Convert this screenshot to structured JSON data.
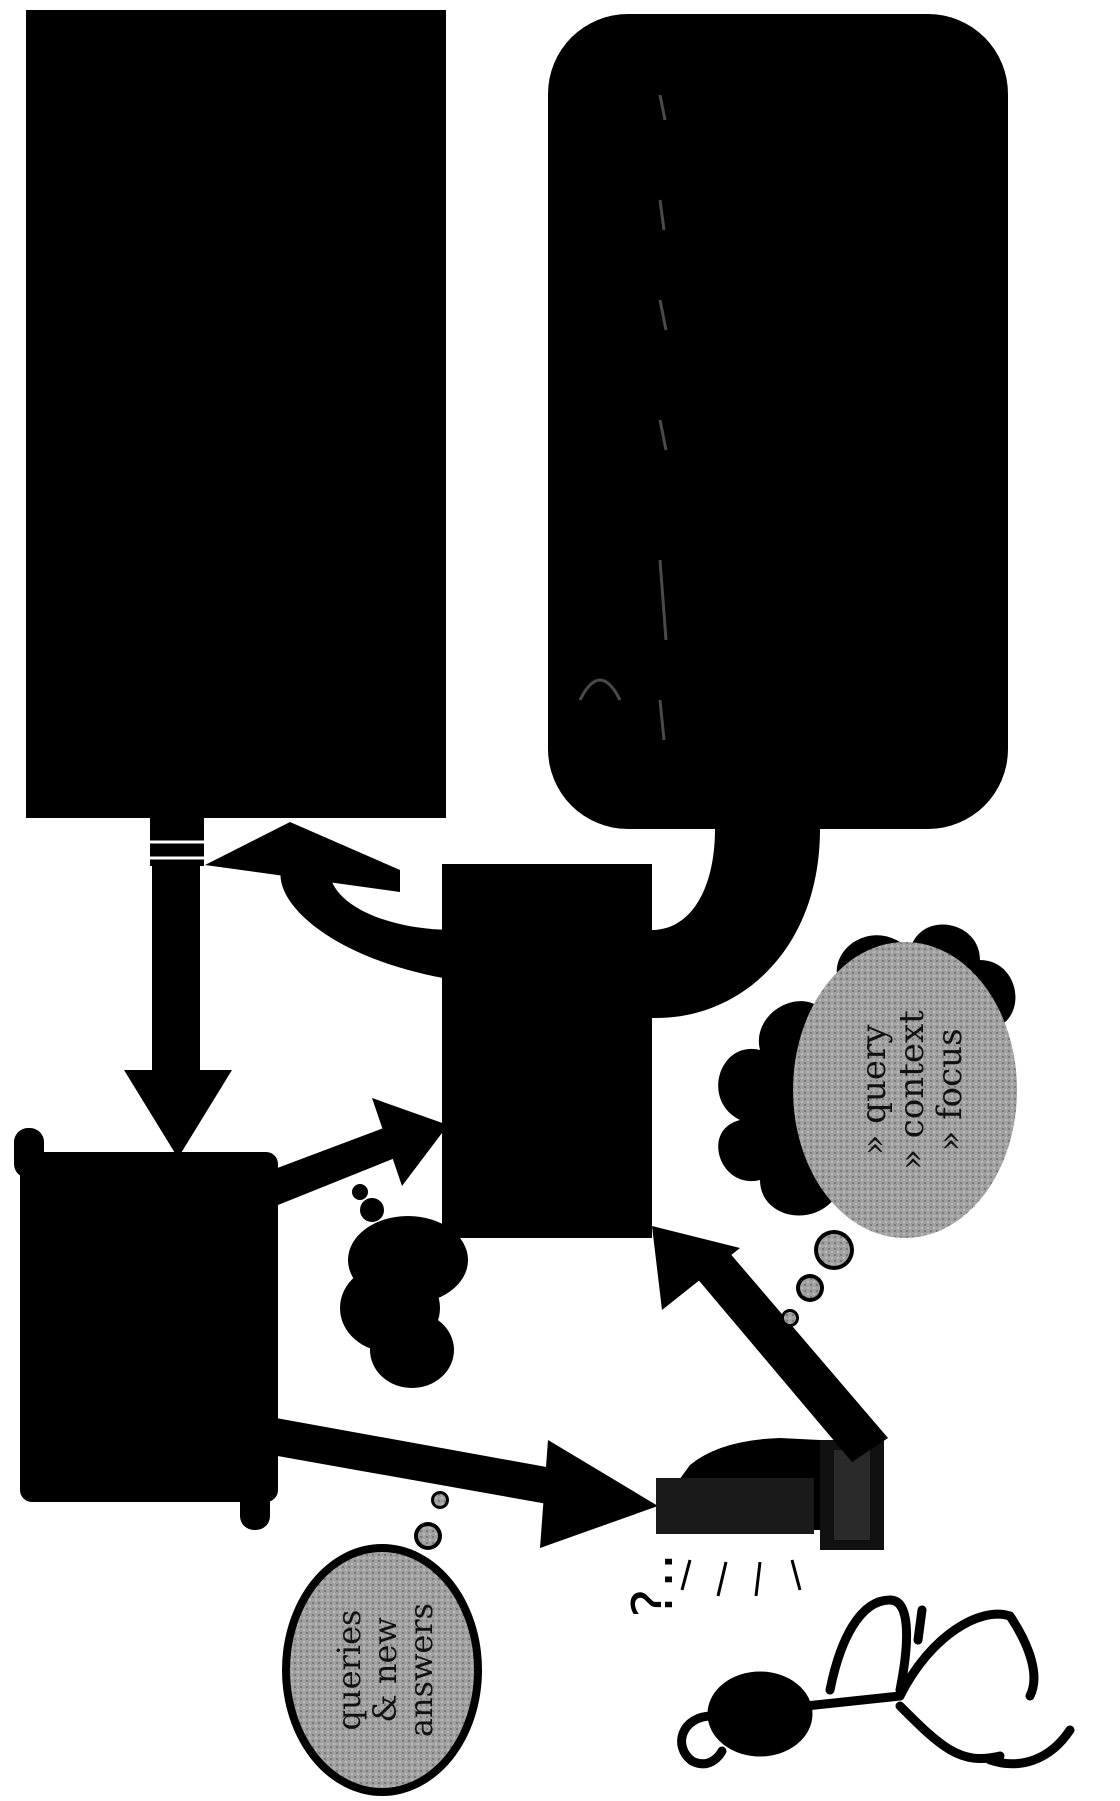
{
  "diagram": {
    "query_cloud": {
      "lines": [
        "» query",
        "» context",
        "» focus"
      ]
    },
    "answers_cloud": {
      "lines": [
        "answers",
        "& new",
        "queries"
      ]
    },
    "user_symbol": "?..",
    "colors": {
      "ink": "#000000",
      "cloud_fill": "#9a9a9a",
      "background": "#ffffff"
    }
  }
}
